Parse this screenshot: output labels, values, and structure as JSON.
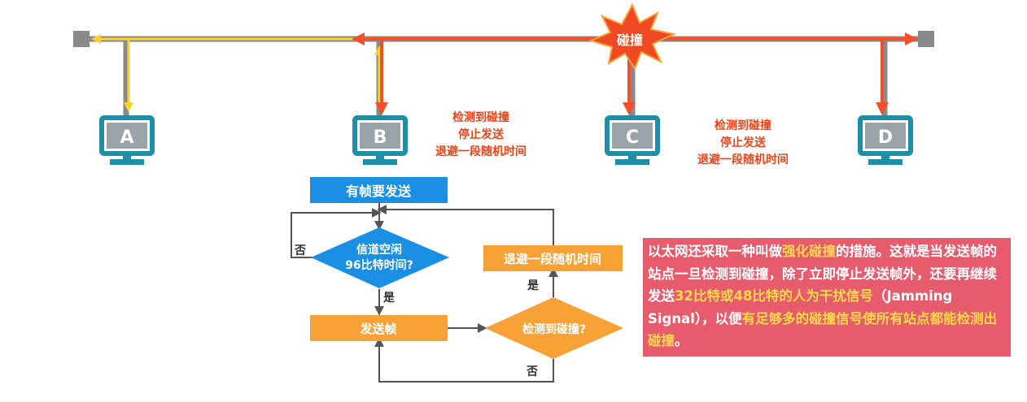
{
  "collision_label": "碰撞",
  "stations": [
    {
      "letter": "A"
    },
    {
      "letter": "B"
    },
    {
      "letter": "C"
    },
    {
      "letter": "D"
    }
  ],
  "note_b": [
    "检测到碰撞",
    "停止发送",
    "退避一段随机时间"
  ],
  "note_c": [
    "检测到碰撞",
    "停止发送",
    "退避一段随机时间"
  ],
  "flow": {
    "start": "有帧要发送",
    "decision_idle": [
      "信道空闲",
      "96比特时间?"
    ],
    "backoff": "退避一段随机时间",
    "send": "发送帧",
    "decision_collision": "检测到碰撞?",
    "yes_idle": "是",
    "no_idle": "否",
    "yes_collision": "是",
    "no_collision": "否"
  },
  "callout": {
    "p1": "以太网还采取一种叫做",
    "h1": "强化碰撞",
    "p2": "的措施。这就是当发送帧的站点一旦检测到碰撞，除了立即停止发送帧外，还要再继续发送",
    "h2": "32比特或48比特的人为干扰信号",
    "p3": "（Jamming Signal），以便",
    "h3": "有足够多的碰撞信号使所有站点都能检测出碰撞",
    "p4": "。"
  },
  "colors": {
    "bus": "#8a8a8a",
    "signal_yellow": "#fcd12a",
    "signal_red": "#f0502a",
    "monitor": "#1e8fa6",
    "blue_box": "#1a8fe3",
    "orange_box": "#f7a237",
    "callout_bg": "#e75c6c",
    "highlight": "#ffd84a"
  }
}
